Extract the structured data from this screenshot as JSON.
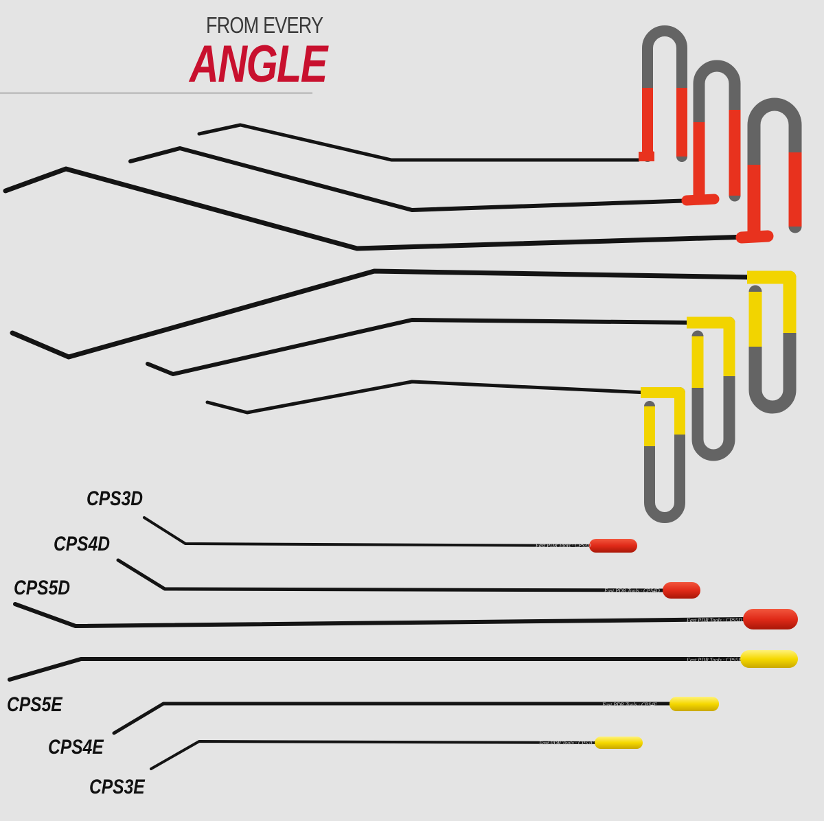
{
  "headline": {
    "line1": "FROM EVERY",
    "line2": "ANGLE"
  },
  "colors": {
    "background": "#e4e4e4",
    "accent_red": "#c8102e",
    "handle_red": "#e8321e",
    "handle_yellow": "#f2d400",
    "handle_gray": "#5f5f5f",
    "rod": "#141414"
  },
  "tools": [
    {
      "code": "CPS3D",
      "handle_color": "red"
    },
    {
      "code": "CPS4D",
      "handle_color": "red"
    },
    {
      "code": "CPS5D",
      "handle_color": "red"
    },
    {
      "code": "CPS5E",
      "handle_color": "yellow"
    },
    {
      "code": "CPS4E",
      "handle_color": "yellow"
    },
    {
      "code": "CPS3E",
      "handle_color": "yellow"
    }
  ]
}
